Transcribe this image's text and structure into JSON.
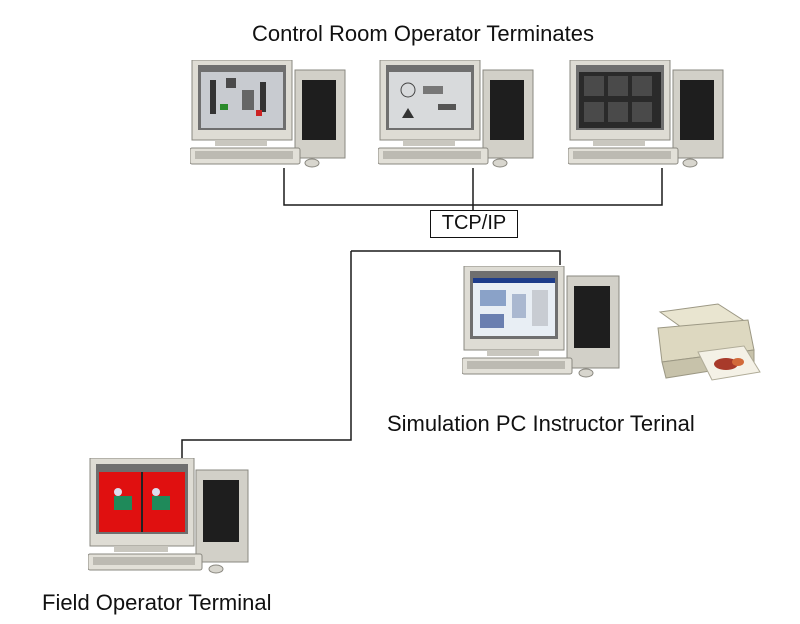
{
  "title": "Control Room Operator Terminates",
  "network": {
    "label": "TCP/IP"
  },
  "nodes": {
    "simulation": {
      "label": "Simulation PC Instructor Terinal"
    },
    "field": {
      "label": "Field Operator Terminal"
    }
  },
  "colors": {
    "line": "#1a1a1a",
    "beige": "#d6d4cc",
    "field_screen": "#e01010"
  }
}
